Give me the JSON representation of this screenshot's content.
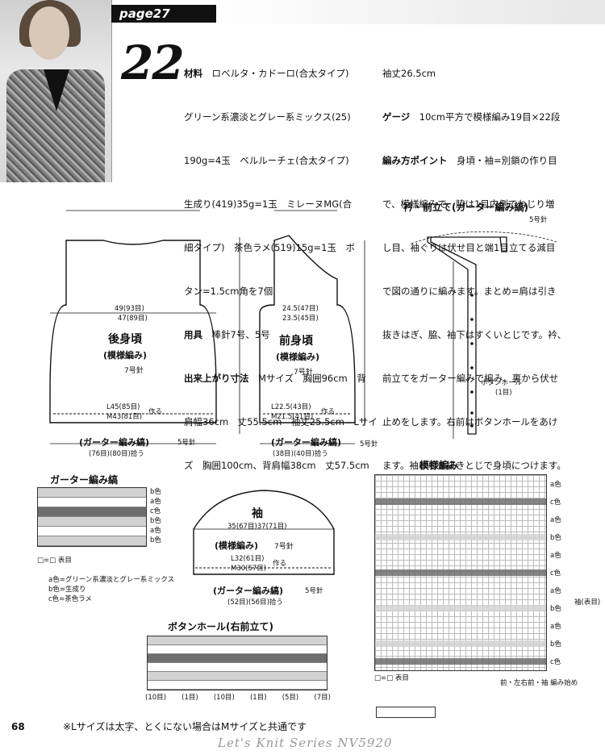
{
  "header": {
    "page_tab": "page27",
    "pattern_number": "22"
  },
  "info": {
    "materials_label": "材料",
    "materials_lines": [
      "ロベルタ・カドーロ(合太タイプ)",
      "グリーン系濃淡とグレー系ミックス(25)",
      "190g=4玉　ベルルーチェ(合太タイプ)",
      "生成り(419)35g=1玉　ミレーヌMG(合",
      "細タイプ)　茶色ラメ(519)15g=1玉　ボ",
      "タン=1.5cm角を7個"
    ],
    "tools_label": "用具",
    "tools_value": "棒針7号、5号",
    "size_label": "出来上がり寸法",
    "size_lines": [
      "Mサイズ　胸囲96cm　背",
      "肩幅36cm　丈55.5cm　袖丈25.5cm　Lサイ",
      "ズ　胸囲100cm、背肩幅38cm　丈57.5cm"
    ],
    "right_lines": [
      "袖丈26.5cm"
    ],
    "gauge_label": "ゲージ",
    "gauge_value": "10cm平方で模様編み19目×22段",
    "points_label": "編み方ポイント",
    "points_lines": [
      "身頃・袖=別鎖の作り目",
      "で、模様編みで、脇は1目内側でねじり増",
      "し目、袖ぐりは伏せ目と端1目立てる減目",
      "で図の通りに編みます。まとめ=肩は引き",
      "抜きはぎ、脇、袖下はすくいとじです。衿、",
      "前立てをガーター編みで編み、裏から伏せ",
      "止めをします。右前はボタンホールをあけ",
      "ます。袖は引き抜きとじで身頃につけます。"
    ]
  },
  "diagrams": {
    "back_title": "後身頃",
    "back_sub": "(模様編み)",
    "back_needle": "7号針",
    "front_title": "前身頃",
    "front_sub": "(模様編み)",
    "front_needle": "7号針",
    "sleeve_title": "袖",
    "sleeve_sub": "(模様編み)",
    "sleeve_needle": "7号針",
    "garter_label": "(ガーター編み縞)",
    "needle5": "5号針",
    "collar_title": "衿・前立て(ガーター編み縞)",
    "collar_needle": "5号針",
    "buttonhole_label": "ボタンホール",
    "buttonhole_count": "(1目)",
    "back_bottom_L": "L45(85目)",
    "back_bottom_M": "M43(81目)",
    "front_bottom_L": "L22.5(43目)",
    "front_bottom_M": "M21.5(41目)",
    "sleeve_bottom_L": "L32(61目)",
    "sleeve_bottom_M": "M30(57目)",
    "back_width": "49(93目)",
    "back_width2": "47(89目)",
    "front_width": "24.5(47目)",
    "front_width2": "23.5(45目)",
    "sleeve_width": "35(67目)37(71目)",
    "tsukuru": "作る",
    "hirou": "拾う",
    "back_foot": "(76目)(80目)拾う",
    "front_foot": "(38目)(40目)拾う",
    "sleeve_foot": "(52目)(56目)拾う"
  },
  "garter": {
    "title": "ガーター編み縞",
    "legend_symbol": "□=□ 表目",
    "row_labels": [
      "b色",
      "a色",
      "c色",
      "b色",
      "a色",
      "b色"
    ],
    "color_notes": [
      "a色=グリーン系濃淡とグレー系ミックス",
      "b色=生成り",
      "c色=茶色ラメ"
    ]
  },
  "buttonhole": {
    "title": "ボタンホール(右前立て)",
    "bottom_counts": [
      "(10目)",
      "(1目)",
      "(10目)",
      "(1目)",
      "(5目)",
      "(7目)"
    ]
  },
  "pattern": {
    "title": "模様編み",
    "row_labels": [
      "a色",
      "c色",
      "a色",
      "b色",
      "a色",
      "c色",
      "a色",
      "b色",
      "a色",
      "b色",
      "c色"
    ],
    "start_note": "前・左右前・袖 編み始め",
    "side_note": "袖(表目)",
    "legend_symbol": "□=□ 表目"
  },
  "colors": {
    "a": "#ffffff",
    "b": "#d2d2d2",
    "c": "#6e6e6e",
    "grid": "#999999"
  },
  "footer": {
    "page_number": "68",
    "note": "※Lサイズは太字、とくにない場合はMサイズと共通です",
    "brand": "Let's Knit Series NV5920"
  }
}
